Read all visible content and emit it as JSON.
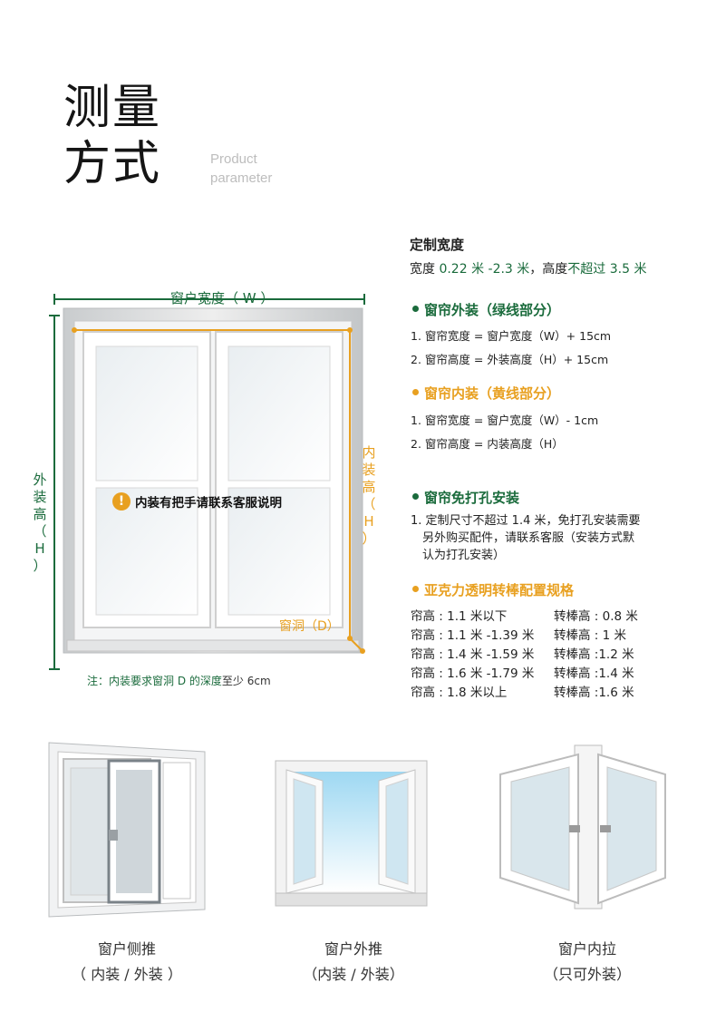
{
  "header": {
    "title_line1": "测量",
    "title_line2": "方式",
    "subtitle_line1": "Product",
    "subtitle_line2": "parameter"
  },
  "custom_width": {
    "heading": "定制宽度",
    "line_prefix": "宽度 ",
    "width_range": "0.22 米 -2.3 米",
    "height_prefix": "，高度",
    "height_limit": "不超过 3.5 米"
  },
  "outside_install": {
    "heading": "窗帘外装（绿线部分）",
    "formula1": "1. 窗帘宽度 = 窗户宽度（W）+ 15cm",
    "formula2": "2. 窗帘高度 = 外装高度（H）+ 15cm"
  },
  "inside_install": {
    "heading": "窗帘内装（黄线部分）",
    "formula1": "1. 窗帘宽度 = 窗户宽度（W）- 1cm",
    "formula2": "2. 窗帘高度 = 内装高度（H）"
  },
  "drill_free": {
    "heading": "窗帘免打孔安装",
    "text_line1": "1. 定制尺寸不超过 1.4 米，免打孔安装需要",
    "text_line2": "另外购买配件，请联系客服（安装方式默",
    "text_line3": "认为打孔安装）"
  },
  "acrylic_rod": {
    "heading": "亚克力透明转棒配置规格",
    "rows": [
      {
        "curtain": "帘高 : 1.1 米以下",
        "rod": "转棒高 : 0.8 米"
      },
      {
        "curtain": "帘高 : 1.1 米 -1.39 米",
        "rod": "转棒高 : 1 米"
      },
      {
        "curtain": "帘高 : 1.4 米 -1.59 米",
        "rod": "转棒高 :1.2 米"
      },
      {
        "curtain": "帘高 : 1.6 米 -1.79 米",
        "rod": "转棒高 :1.4 米"
      },
      {
        "curtain": "帘高 : 1.8 米以上",
        "rod": "转棒高 :1.6 米"
      }
    ]
  },
  "diagram": {
    "width_label": "窗户宽度（ W ）",
    "outer_height_label_chars": [
      "外",
      "装",
      "高",
      "（",
      "H",
      "）"
    ],
    "inner_height_label_chars": [
      "内",
      "装",
      "高",
      "（",
      "H",
      "）"
    ],
    "hole_label": "窗洞（D）",
    "handle_note": "内装有把手请联系客服说明",
    "footnote_prefix": "注：内装要求窗洞 D 的",
    "footnote_highlight": "深度",
    "footnote_suffix": "至少 6cm"
  },
  "window_types": [
    {
      "name": "窗户侧推",
      "install": "（ 内装 / 外装 ）"
    },
    {
      "name": "窗户外推",
      "install": "（内装 / 外装）"
    },
    {
      "name": "窗户内拉",
      "install": "（只可外装）"
    }
  ],
  "colors": {
    "green": "#1a6b3c",
    "orange": "#e8a020",
    "text": "#222222"
  }
}
